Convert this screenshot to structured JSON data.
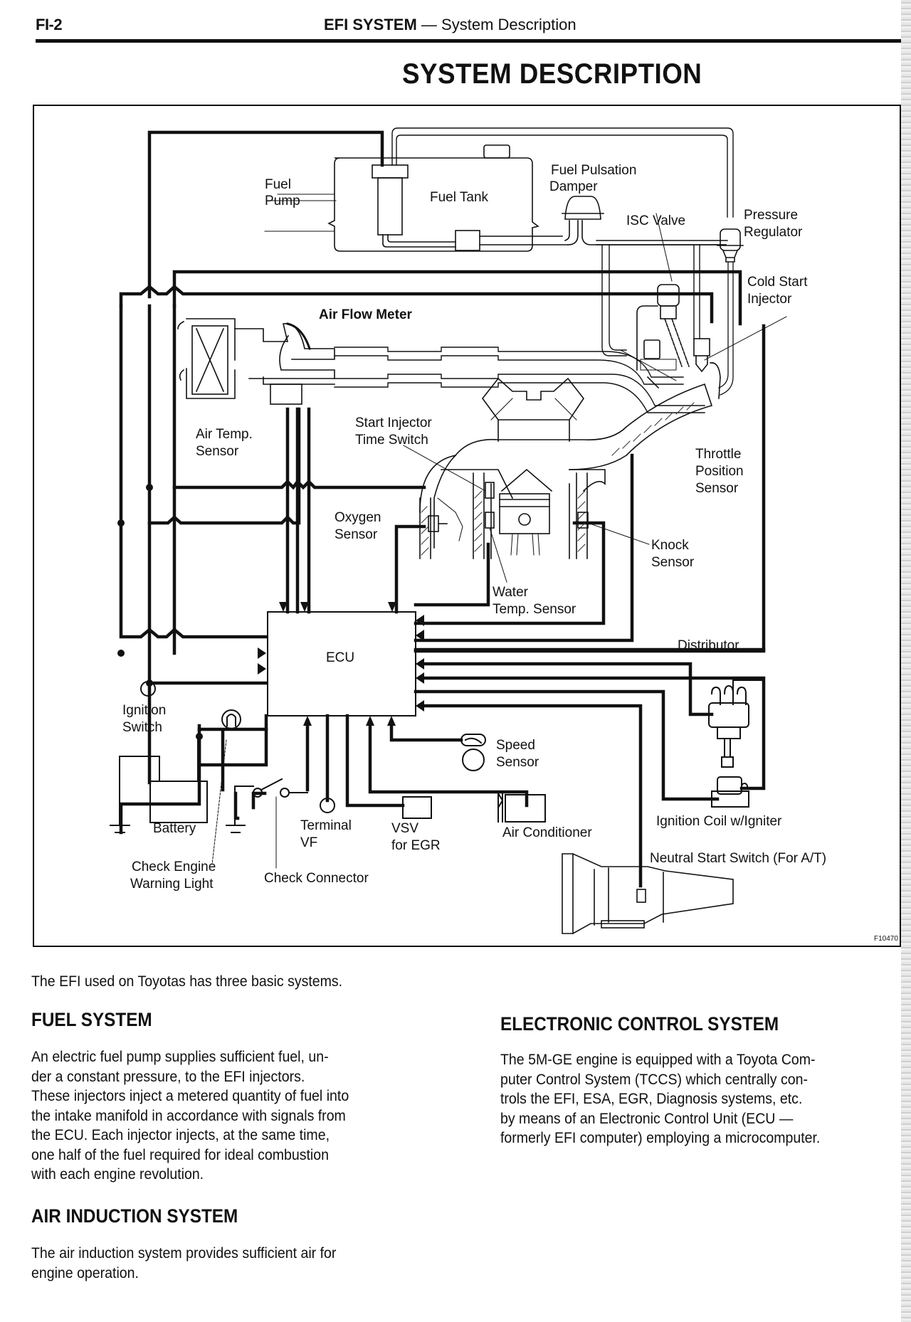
{
  "header": {
    "page_number": "FI-2",
    "section": "EFI SYSTEM",
    "separator": "—",
    "subsection": "System Description"
  },
  "page_title": "SYSTEM DESCRIPTION",
  "figure": {
    "code": "F10470",
    "labels": {
      "fuel_pump": [
        "Fuel",
        "Pump"
      ],
      "fuel_tank": "Fuel Tank",
      "fuel_pulsation_damper": [
        "Fuel Pulsation",
        "Damper"
      ],
      "isc_valve": "ISC Valve",
      "pressure_regulator": [
        "Pressure",
        "Regulator"
      ],
      "cold_start_injector": [
        "Cold Start",
        "Injector"
      ],
      "air_flow_meter": "Air Flow Meter",
      "air_temp_sensor": [
        "Air Temp.",
        "Sensor"
      ],
      "start_injector_time_switch": [
        "Start Injector",
        "Time Switch"
      ],
      "throttle_position_sensor": [
        "Throttle",
        "Position",
        "Sensor"
      ],
      "oxygen_sensor": [
        "Oxygen",
        "Sensor"
      ],
      "knock_sensor": [
        "Knock",
        "Sensor"
      ],
      "water_temp_sensor": [
        "Water",
        "Temp. Sensor"
      ],
      "ecu": "ECU",
      "distributor": "Distributor",
      "ignition_switch": [
        "Ignition",
        "Switch"
      ],
      "speed_sensor": [
        "Speed",
        "Sensor"
      ],
      "battery": "Battery",
      "terminal_vf": [
        "Terminal",
        "VF"
      ],
      "vsv_for_egr": [
        "VSV",
        "for EGR"
      ],
      "air_conditioner": "Air Conditioner",
      "ignition_coil": "Ignition Coil w/Igniter",
      "neutral_start_switch": "Neutral Start Switch (For A/T)",
      "check_engine_light": [
        "Check Engine",
        "Warning Light"
      ],
      "check_connector": "Check Connector"
    }
  },
  "intro": "The EFI used on Toyotas has three basic systems.",
  "sections": {
    "fuel": {
      "heading": "FUEL SYSTEM",
      "lines": [
        "An electric fuel pump supplies sufficient fuel, un-",
        "der a constant pressure, to the EFI injectors.",
        "These injectors inject a metered quantity of fuel into",
        "the intake manifold in accordance with signals from",
        "the ECU. Each injector injects, at the same time,",
        "one half of the fuel required for ideal combustion",
        "with each engine revolution."
      ]
    },
    "air": {
      "heading": "AIR INDUCTION SYSTEM",
      "lines": [
        "The air induction system provides sufficient air for",
        "engine operation."
      ]
    },
    "electronic": {
      "heading": "ELECTRONIC CONTROL SYSTEM",
      "lines": [
        "The 5M-GE engine is equipped with a Toyota Com-",
        "puter Control System (TCCS) which centrally con-",
        "trols the EFI, ESA, EGR, Diagnosis systems, etc.",
        "by means of an Electronic Control Unit (ECU —",
        "formerly EFI computer) employing a microcomputer."
      ]
    }
  }
}
